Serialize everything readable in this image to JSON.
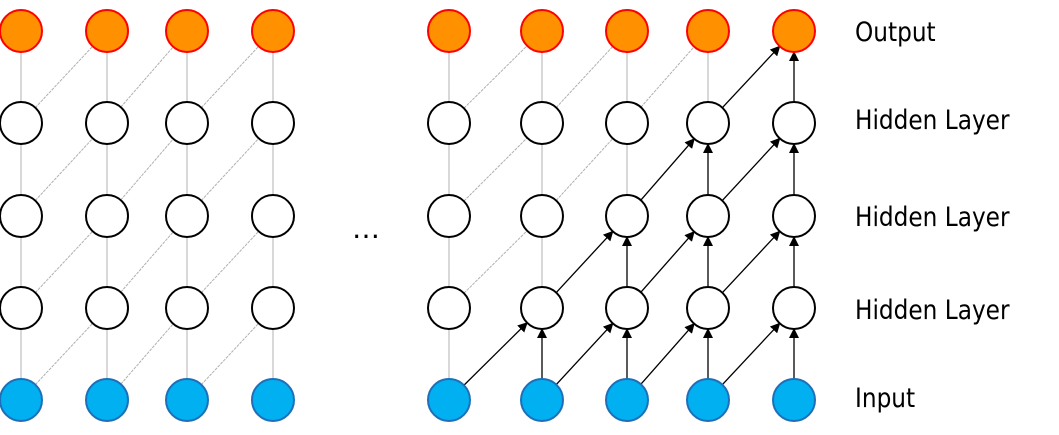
{
  "labels": {
    "output": "Output",
    "hidden1": "Hidden Layer",
    "hidden2": "Hidden Layer",
    "hidden3": "Hidden Layer",
    "input": "Input"
  },
  "ellipsis": "…",
  "layers_bottom_to_top": [
    "input",
    "hidden",
    "hidden",
    "hidden",
    "output"
  ],
  "left_group_columns": 4,
  "right_group_columns": 5,
  "colors": {
    "output_fill": "#FF9100",
    "output_stroke": "#FF0000",
    "input_fill": "#00B0F0",
    "input_stroke": "#1F6FB8",
    "hidden_fill": "#FFFFFF",
    "hidden_stroke": "#000000",
    "inactive_edge": "#B0B0B0",
    "active_edge": "#000000"
  }
}
